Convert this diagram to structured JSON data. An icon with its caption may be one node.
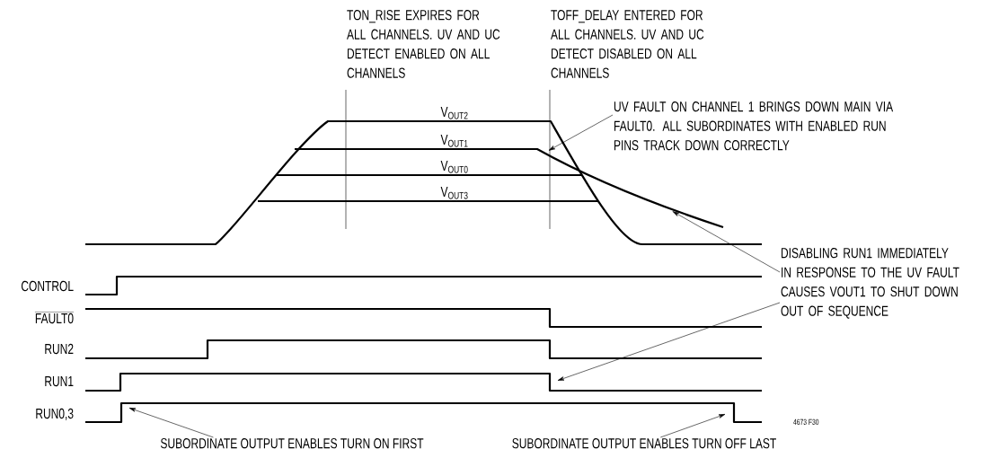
{
  "diagram": {
    "nodes": [
      {
        "text": [
          "UV FAULT ON CHANNEL 1 BRINGS DOWN MAIN VIA FAULT0. ALL SUBORDINATES WITH ENABLED RUN PINS TRACK DOWN CORRECTLY"
        ]
      },
      {
        "text": [
          "DISABLING RUN1 IMMEDIATELY IN RESPONSE TO THE UV FAULT CAUSES VOUT1 TO SHUT DOWN OUT OF SEQUENCE"
        ]
      },
      {
        "text": [
          "SUBORDINATE OUTPUT ENABLES TURN ON FIRST"
        ]
      },
      {
        "text": [
          "SUBORDINATE OUTPUT ENABLES TURN OFF LAST"
        ]
      },
      {
        "text": [],
        "shape": "line",
        "beside": [
          "V$_{OUT1}$"
        ]
      },
      {
        "text": [],
        "shape": "line",
        "beside": [
          "RUN1"
        ]
      },
      {
        "text": [],
        "shape": "line",
        "beside": [
          "RUN0,3"
        ]
      }
    ],
    "edges": [
      {
        "from": 0,
        "to": 4,
        "arrow": "to"
      },
      {
        "from": 1,
        "to": 4,
        "arrow": "to"
      },
      {
        "from": 1,
        "to": 5,
        "arrow": "to"
      },
      {
        "from": 2,
        "to": 6,
        "arrow": "to"
      },
      {
        "from": 3,
        "to": 6,
        "arrow": "to"
      }
    ],
    "labels": [
      "TON_RISE EXPIRES FOR ALL CHANNELS. UV AND UC DETECT ENABLED ON ALL CHANNELS",
      "TOFF_DELAY ENTERED FOR ALL CHANNELS. UV AND UC DETECT DISABLED ON ALL CHANNELS",
      "V$_{OUT2}$",
      "V$_{OUT0}$",
      "V$_{OUT3}$",
      "CONTROL",
      "FAULT0",
      "RUN2",
      "4673 F30"
    ]
  }
}
